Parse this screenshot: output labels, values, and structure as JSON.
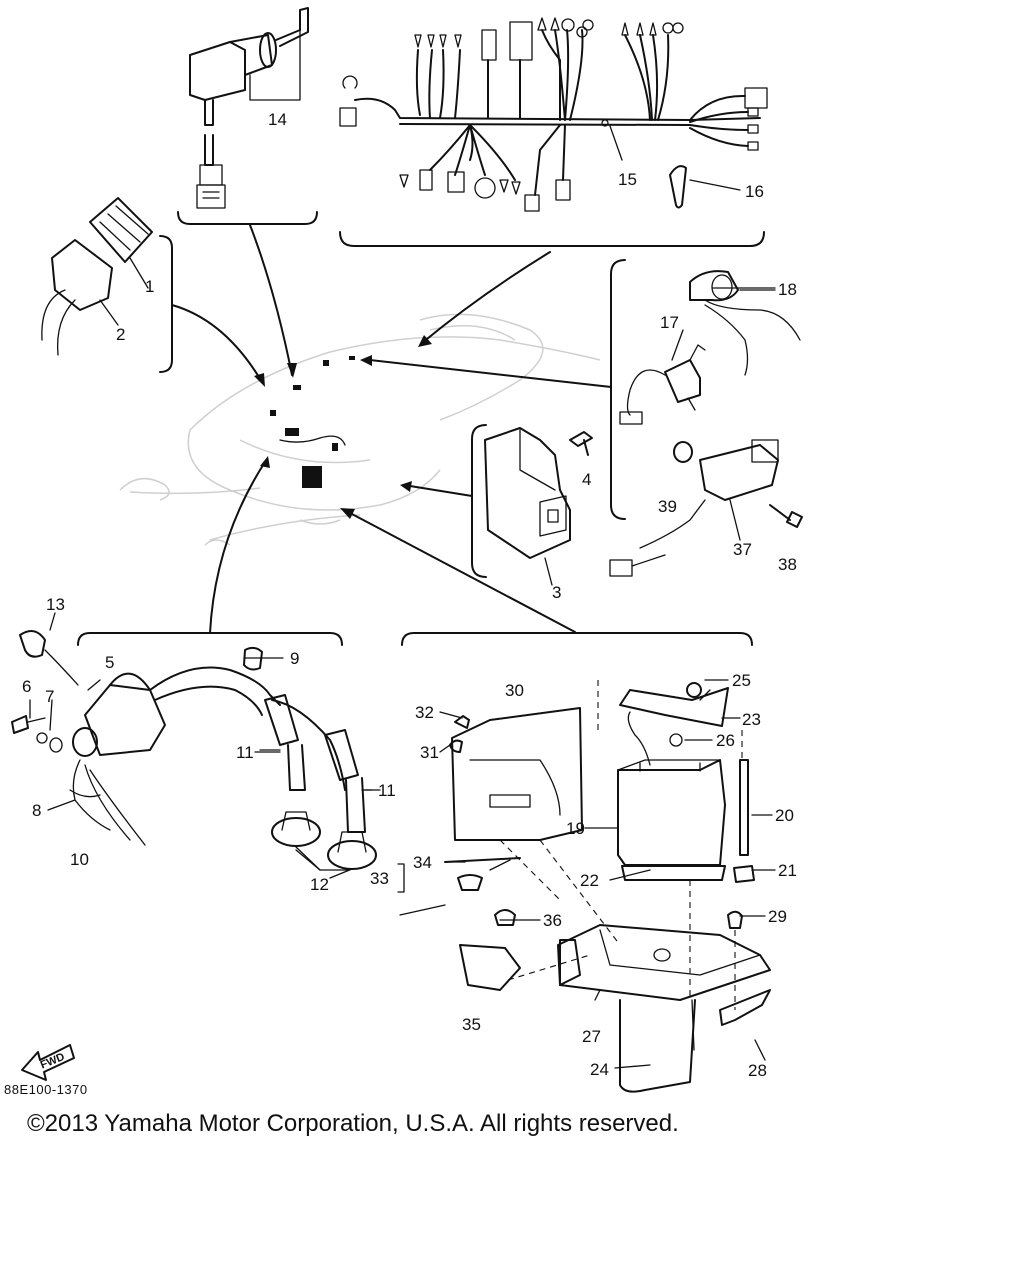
{
  "diagram": {
    "code": "88E100-1370",
    "copyright": "©2013 Yamaha Motor Corporation, U.S.A. All rights reserved.",
    "fwd_label": "FWD",
    "callouts": {
      "c1": "1",
      "c2": "2",
      "c3": "3",
      "c4": "4",
      "c5": "5",
      "c6": "6",
      "c7": "7",
      "c8": "8",
      "c9": "9",
      "c10": "10",
      "c11a": "11",
      "c11b": "11",
      "c12": "12",
      "c13": "13",
      "c14": "14",
      "c15": "15",
      "c16": "16",
      "c17": "17",
      "c18": "18",
      "c19": "19",
      "c20": "20",
      "c21": "21",
      "c22": "22",
      "c23": "23",
      "c24": "24",
      "c25": "25",
      "c26": "26",
      "c27": "27",
      "c28": "28",
      "c29": "29",
      "c30": "30",
      "c31": "31",
      "c32": "32",
      "c33": "33",
      "c34": "34",
      "c35": "35",
      "c36": "36",
      "c37": "37",
      "c38": "38",
      "c39": "39"
    }
  }
}
